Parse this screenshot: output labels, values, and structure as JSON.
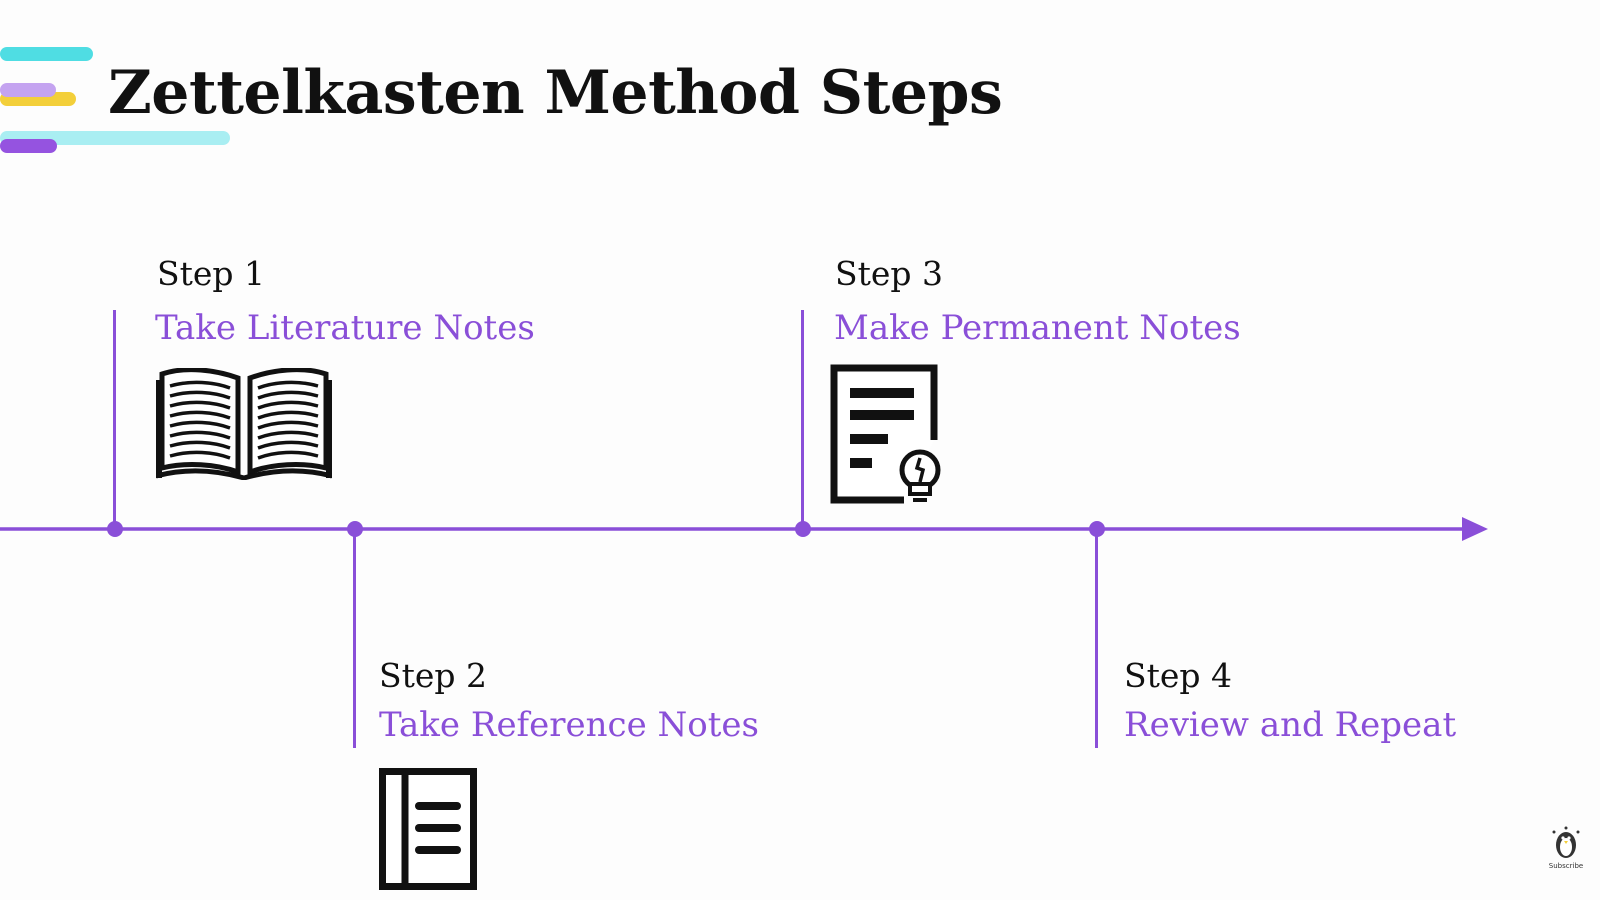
{
  "title": "Zettelkasten Method Steps",
  "colors": {
    "accent": "#8a4fd8",
    "cyan": "#4fdde3",
    "lavender": "#c4a3f0",
    "yellow": "#f3cf3a",
    "light_cyan": "#a9eef2",
    "purple": "#9553e0",
    "text": "#111111"
  },
  "steps": [
    {
      "label": "Step 1",
      "name": "Take Literature Notes",
      "icon": "open-book-icon"
    },
    {
      "label": "Step 2",
      "name": "Take Reference Notes",
      "icon": "notebook-icon"
    },
    {
      "label": "Step 3",
      "name": "Make Permanent Notes",
      "icon": "document-lightbulb-icon"
    },
    {
      "label": "Step 4",
      "name": "Review and Repeat",
      "icon": ""
    }
  ],
  "subscribe": {
    "label": "Subscribe",
    "icon": "penguin-icon"
  }
}
